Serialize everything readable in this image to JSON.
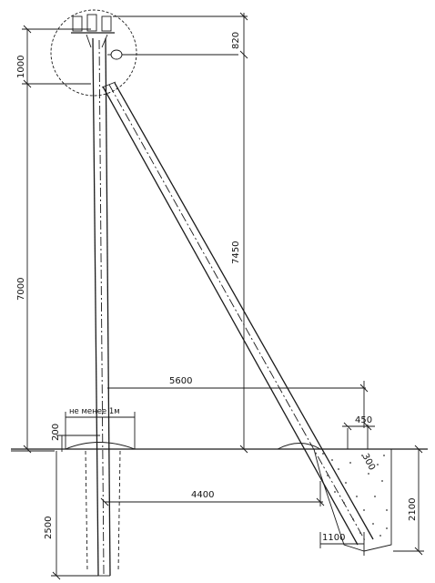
{
  "dimensions": {
    "top_clearance": "820",
    "crossarm_height": "1000",
    "pole_height_above_ground": "7000",
    "strut_vertical": "7450",
    "strut_horizontal_span": "5600",
    "pit_offset": "4400",
    "footing_width": "450",
    "strut_base_projection": "300",
    "embedment_depth": "2500",
    "pit_depth": "2100",
    "pit_width": "1100",
    "mound_height": "200",
    "min_distance_note": "не менее 1м"
  },
  "colors": {
    "ink": "#1a1a1a",
    "background": "#ffffff"
  }
}
